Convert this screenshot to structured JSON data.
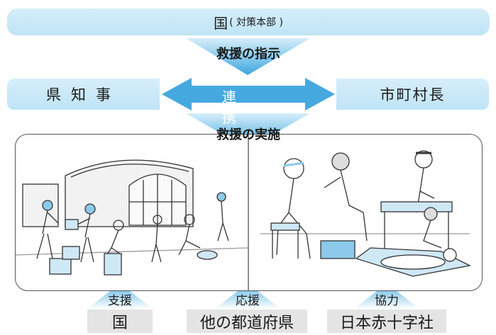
{
  "top": {
    "main": "国",
    "sub": "( 対策本部 )"
  },
  "arrows": {
    "instruction": "救援の指示",
    "cooperation": "連 携",
    "implementation": "救援の実施"
  },
  "left_box": "県知事",
  "right_box": "市町村長",
  "support": [
    {
      "arrow_label": "支援",
      "box": "国"
    },
    {
      "arrow_label": "応援",
      "box": "他の都道府県"
    },
    {
      "arrow_label": "協力",
      "box": "日本赤十字社"
    }
  ],
  "colors": {
    "light_blue": "#c7e7f7",
    "arrow_blue": "#45a9e0",
    "gray_box": "#e4e4e4"
  }
}
